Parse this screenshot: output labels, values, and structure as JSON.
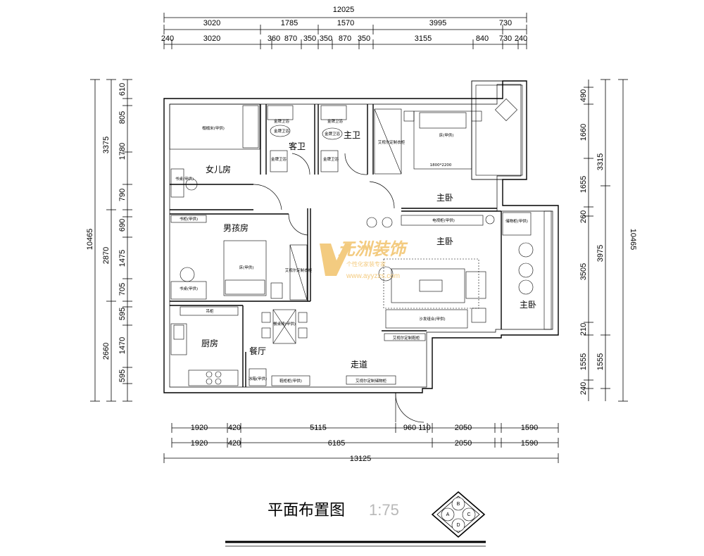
{
  "title": {
    "main": "平面布置图",
    "scale": "1:75"
  },
  "dimensions": {
    "top_overall": "12025",
    "top_row1": [
      "3020",
      "1785",
      "1570",
      "3995",
      "730"
    ],
    "top_row2": [
      "240",
      "3020",
      "360",
      "870",
      "350",
      "350",
      "870",
      "350",
      "3155",
      "840",
      "730",
      "240"
    ],
    "bottom_row1": [
      "1920",
      "420",
      "5115",
      "960",
      "110",
      "2050",
      "1590"
    ],
    "bottom_row2": [
      "1920",
      "420",
      "6185",
      "2050",
      "1590"
    ],
    "bottom_overall": "13125",
    "left_overall": "10465",
    "left_outer": [
      "3375",
      "2870",
      "2660"
    ],
    "left_inner": [
      "610",
      "805",
      "1780",
      "790",
      "690",
      "1475",
      "705",
      "595",
      "1470",
      "595"
    ],
    "right_overall": "10465",
    "right_outer": [
      "3315",
      "3975",
      "1555"
    ],
    "right_inner": [
      "490",
      "1660",
      "1655",
      "260",
      "3505",
      "210",
      "1555",
      "240"
    ]
  },
  "rooms": {
    "daughter_room": "女儿房",
    "guest_bath": "客卫",
    "master_bath": "主卫",
    "master_bedroom": "主卧",
    "boy_room": "男孩房",
    "living_room": "主卧",
    "study_room": "主卧",
    "kitchen": "厨房",
    "dining": "餐厅",
    "corridor": "走道"
  },
  "furniture_labels": {
    "daughter_bed": "榻榻米(甲供)",
    "daughter_desk": "书桌(甲供)",
    "guest_shower": "金牌卫浴",
    "guest_toilet": "金牌卫浴",
    "guest_basin": "金牌卫浴",
    "master_shower": "金牌卫浴",
    "master_toilet": "金牌卫浴",
    "master_basin": "金牌卫浴",
    "master_wardrobe": "艾视尔定制衣柜",
    "master_bed_label": "床(甲供)",
    "master_bed_size": "1800*2200",
    "boy_bookcase": "书柜(甲供)",
    "boy_bed": "床(甲供)",
    "boy_desk": "书桌(甲供)",
    "boy_wardrobe": "艾视尔定制衣柜",
    "tv_cabinet": "电视柜(甲供)",
    "sofa": "沙发组合(甲供)",
    "study_cabinet": "储物柜(甲供)",
    "study_shoe": "艾视尔定制鞋柜",
    "kitchen_cabinet": "吊柜",
    "dining_table": "餐桌椅(甲供)",
    "fridge": "冰箱(甲供)",
    "shoe_cabinet": "鞋柜柜(甲供)",
    "corridor_cabinet": "艾视尔定制储物柜"
  },
  "watermark": {
    "brand": "元洲装饰",
    "slogan": "个性化家装专家",
    "url": "www.ayyzzs.com"
  },
  "compass": {
    "letters": [
      "B",
      "A",
      "C",
      "D"
    ]
  }
}
